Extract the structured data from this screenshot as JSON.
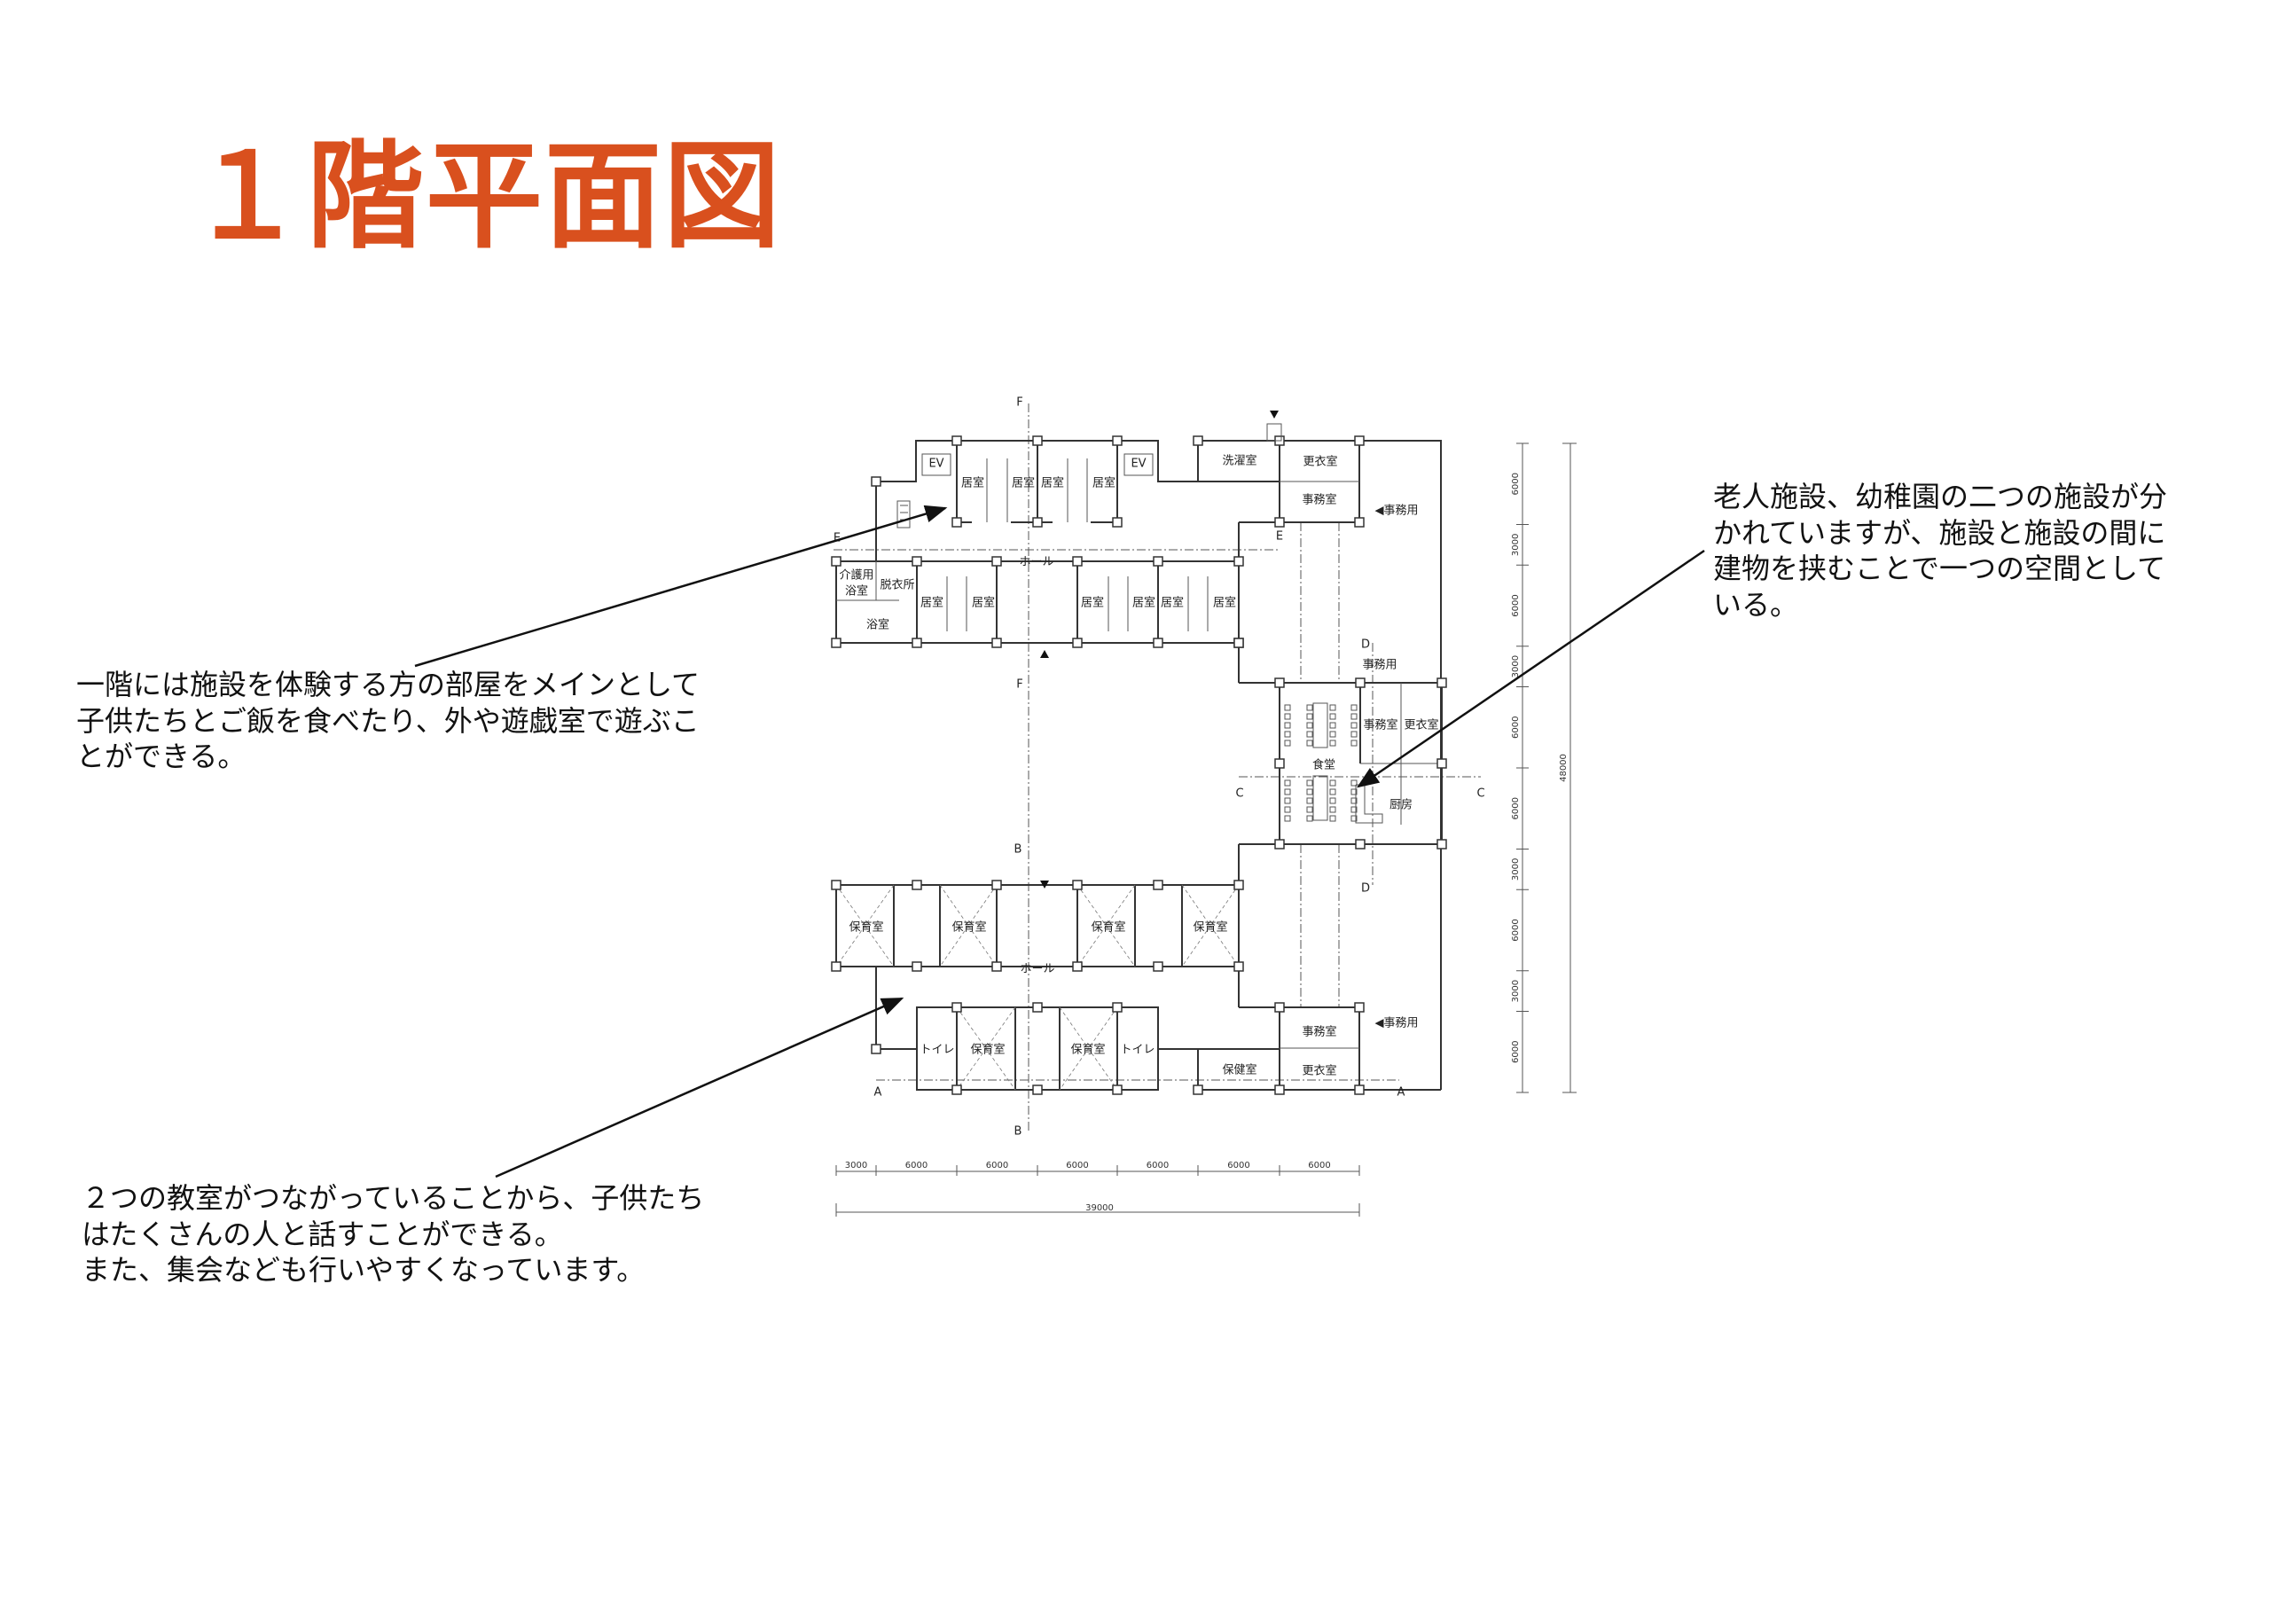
{
  "title": "１階平面図",
  "notes": {
    "left_top": [
      "一階には施設を体験する方の部屋をメインとして",
      "子供たちとご飯を食べたり、外や遊戯室で遊ぶこ",
      "とができる。"
    ],
    "left_bottom": [
      "２つの教室がつながっていることから、子供たち",
      "はたくさんの人と話すことができる。",
      "また、集会なども行いやすくなっています。"
    ],
    "right": [
      "老人施設、幼稚園の二つの施設が分",
      "かれていますが、施設と施設の間に",
      "建物を挟むことで一つの空間として",
      "いる。"
    ]
  },
  "plan": {
    "rooms": {
      "ev1": "EV",
      "ev2": "EV",
      "kyoshitsu": "居室",
      "sentaku": "洗濯室",
      "koui": "更衣室",
      "jimu": "事務室",
      "jimuyou": "◀事務用",
      "jimuyou_d": "事務用",
      "hall": "ホール",
      "kaigo1": "介護用",
      "kaigo2": "浴室",
      "datsui": "脱衣所",
      "yokushitsu": "浴室",
      "shokudo": "食堂",
      "chubo": "厨房",
      "hoiku": "保育室",
      "toilet": "トイレ",
      "hoken": "保健室"
    },
    "section_marks": {
      "a": "A",
      "b": "B",
      "c": "C",
      "d": "D",
      "e": "E",
      "f": "F"
    },
    "bottom_dims": [
      "3000",
      "6000",
      "6000",
      "6000",
      "6000",
      "6000",
      "6000"
    ],
    "bottom_total": "39000",
    "right_dims": [
      "6000",
      "3000",
      "6000",
      "3000",
      "6000",
      "6000",
      "3000",
      "6000",
      "3000",
      "6000"
    ],
    "right_total": "48000"
  },
  "colors": {
    "title": "#d9501e"
  }
}
